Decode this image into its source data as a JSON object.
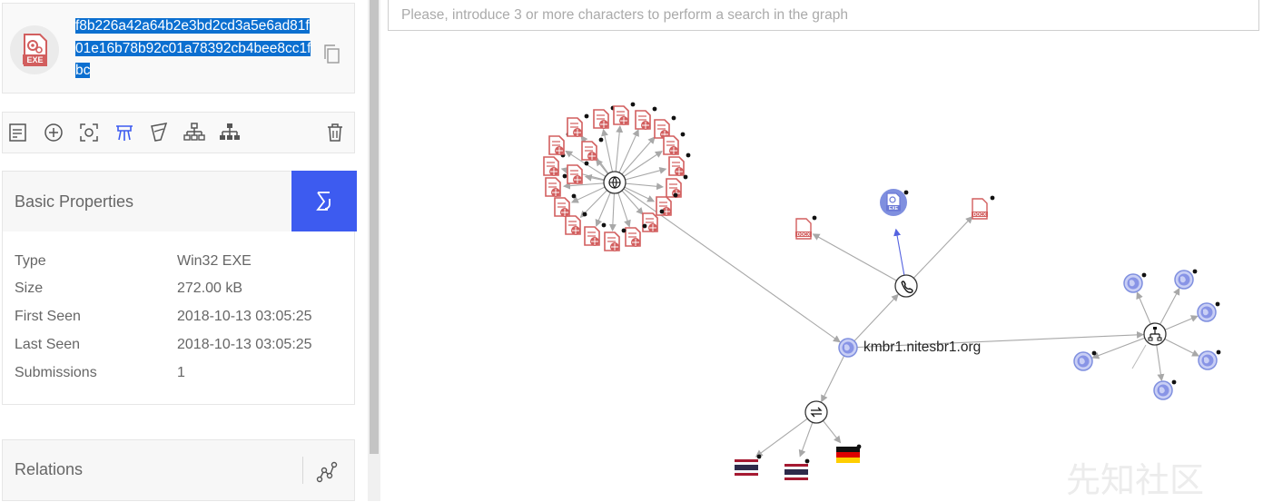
{
  "file": {
    "hash": "f8b226a42a64b2e3bd2cd3a5e6ad81f01e16b78b92c01a78392cb4bee8cc1fbc",
    "type_badge": "EXE",
    "icon": "exe-file-icon",
    "copy_icon": "copy-icon"
  },
  "toolbar": {
    "icons": [
      "notes-icon",
      "add-circle-icon",
      "focus-icon",
      "pin-icon",
      "brush-icon",
      "tree-expand-icon",
      "tree-collapse-icon",
      "trash-icon"
    ]
  },
  "properties": {
    "title": "Basic Properties",
    "sum_icon": "sigma-icon",
    "rows": [
      {
        "label": "Type",
        "value": "Win32 EXE"
      },
      {
        "label": "Size",
        "value": "272.00 kB"
      },
      {
        "label": "First Seen",
        "value": "2018-10-13 03:05:25"
      },
      {
        "label": "Last Seen",
        "value": "2018-10-13 03:05:25"
      },
      {
        "label": "Submissions",
        "value": "1"
      }
    ]
  },
  "relations": {
    "title": "Relations",
    "icon": "graph-nodes-icon"
  },
  "search": {
    "placeholder": "Please, introduce 3 or more characters to perform a search in the graph"
  },
  "graph": {
    "center_domain": "kmbr1.nitesbr1.org",
    "doc_badge": "DOCX",
    "exe_badge": "EXE",
    "countries": [
      "Thailand",
      "Thailand",
      "Germany"
    ],
    "colors": {
      "accent": "#3d5bf0",
      "node_red": "#d25e5e",
      "node_blue": "#7f8fdf",
      "edge": "#a8a8a8",
      "selection": "#0b6fd0"
    }
  },
  "watermark": "先知社区"
}
